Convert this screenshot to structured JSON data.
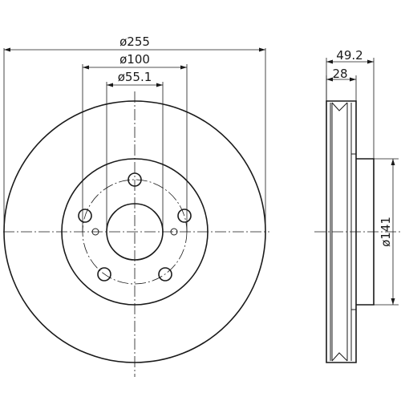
{
  "dimensions": {
    "outer_diameter": "ø255",
    "bolt_circle_diameter": "ø100",
    "center_bore_diameter": "ø55.1",
    "overall_height": "49.2",
    "disc_thickness": "28",
    "hat_diameter": "ø141"
  }
}
